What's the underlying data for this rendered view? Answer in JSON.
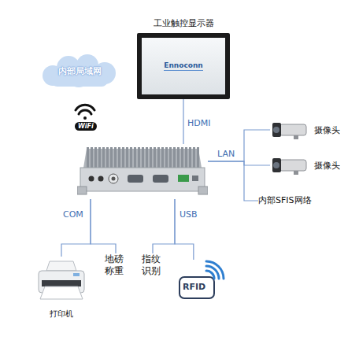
{
  "diagram": {
    "nodes": [
      {
        "text": [
          "工业触控显示器",
          "Ennoconn"
        ]
      },
      {
        "text": [
          "内部局域网"
        ]
      },
      {
        "text": []
      },
      {
        "text": [
          "摄像头"
        ]
      },
      {
        "text": [
          "摄像头"
        ]
      },
      {
        "text": [
          "内部SFIS网络"
        ]
      },
      {
        "text": [
          "打印机"
        ]
      },
      {
        "text": [
          "地磅称重"
        ]
      },
      {
        "text": [
          "指纹识别"
        ]
      },
      {
        "text": [
          "RFID"
        ]
      }
    ],
    "edges": [
      {
        "from": 0,
        "to": 2,
        "label": "HDMI",
        "arrow": "none"
      },
      {
        "from": 2,
        "to": 3,
        "label": "LAN",
        "arrow": "none"
      },
      {
        "from": 2,
        "to": 4,
        "arrow": "none"
      },
      {
        "from": 2,
        "to": 5,
        "arrow": "none"
      },
      {
        "from": 2,
        "to": 6,
        "label": "COM",
        "arrow": "none"
      },
      {
        "from": 2,
        "to": 7,
        "arrow": "none"
      },
      {
        "from": 2,
        "to": 8,
        "label": "USB",
        "arrow": "none"
      },
      {
        "from": 2,
        "to": 9,
        "arrow": "none"
      }
    ],
    "labels": [
      "WiFi"
    ]
  }
}
